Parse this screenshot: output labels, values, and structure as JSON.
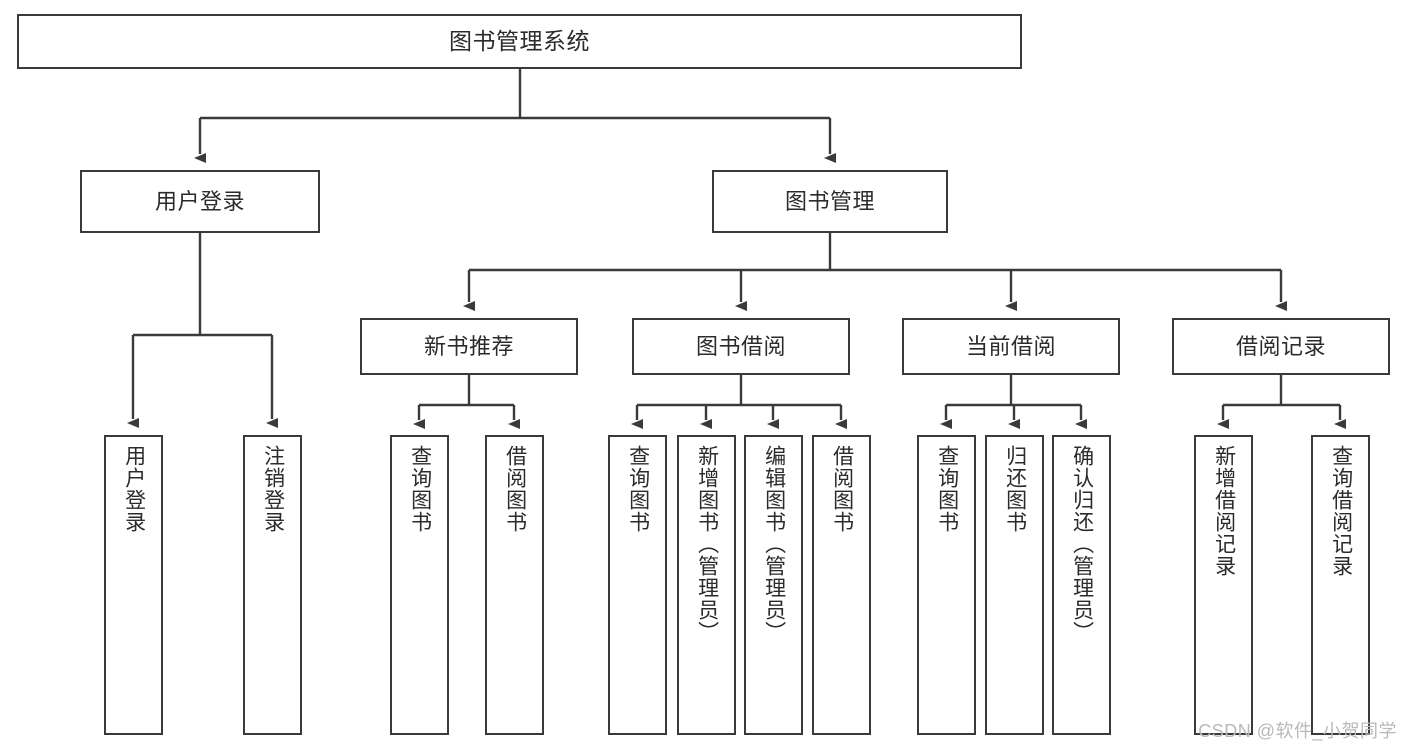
{
  "diagram": {
    "type": "tree",
    "title": "图书管理系统",
    "stroke_color": "#3a3a3a",
    "fill_color": "#ffffff",
    "text_color": "#2b2b2b",
    "watermark": "CSDN @软件_小贺同学",
    "levels": {
      "root": {
        "label": "图书管理系统"
      },
      "level2": [
        {
          "label": "用户登录"
        },
        {
          "label": "图书管理"
        }
      ],
      "level3": [
        {
          "label": "新书推荐"
        },
        {
          "label": "图书借阅"
        },
        {
          "label": "当前借阅"
        },
        {
          "label": "借阅记录"
        }
      ],
      "leaves": {
        "user_login": [
          {
            "label": "用户登录"
          },
          {
            "label": "注销登录"
          }
        ],
        "new_book_recommend": [
          {
            "label": "查询图书"
          },
          {
            "label": "借阅图书"
          }
        ],
        "book_borrow": [
          {
            "label": "查询图书"
          },
          {
            "label": "新增图书（管理员）"
          },
          {
            "label": "编辑图书（管理员）"
          },
          {
            "label": "借阅图书"
          }
        ],
        "current_borrow": [
          {
            "label": "查询图书"
          },
          {
            "label": "归还图书"
          },
          {
            "label": "确认归还（管理员）"
          }
        ],
        "borrow_record": [
          {
            "label": "新增借阅记录"
          },
          {
            "label": "查询借阅记录"
          }
        ]
      }
    }
  }
}
